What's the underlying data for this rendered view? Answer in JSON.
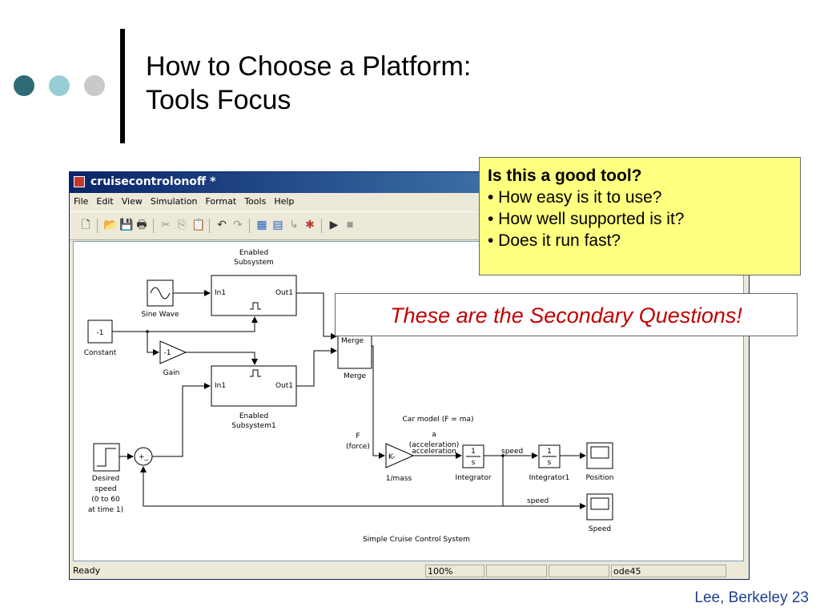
{
  "slide": {
    "title_line1": "How to Choose a Platform:",
    "title_line2": "Tools Focus",
    "footer": "Lee, Berkeley 23",
    "dot_colors": [
      "#2e6b75",
      "#99cdd5",
      "#c9c9c9"
    ]
  },
  "window": {
    "title": "cruisecontrolonoff *",
    "menu": [
      "File",
      "Edit",
      "View",
      "Simulation",
      "Format",
      "Tools",
      "Help"
    ],
    "toolbar_icons": [
      "new-icon",
      "open-icon",
      "save-icon",
      "print-icon",
      "cut-icon",
      "copy-icon",
      "paste-icon",
      "undo-icon",
      "redo-icon",
      "library-icon",
      "model-browser-icon",
      "signal-icon",
      "debug-icon",
      "run-icon",
      "stop-icon"
    ],
    "status": {
      "left": "Ready",
      "zoom": "100%",
      "solver": "ode45"
    }
  },
  "diagram": {
    "enabled_subsystem_label1": "Enabled",
    "enabled_subsystem_label2": "Subsystem",
    "enabled_subsystem1_label1": "Enabled",
    "enabled_subsystem1_label2": "Subsystem1",
    "in1": "In1",
    "out1": "Out1",
    "sine_wave": "Sine Wave",
    "constant_value": "-1",
    "constant": "Constant",
    "gain_value": "-1",
    "gain": "Gain",
    "merge_port": "Merge",
    "merge": "Merge",
    "desired_speed_1": "Desired",
    "desired_speed_2": "speed",
    "desired_speed_3": "(0 to 60",
    "desired_speed_4": "at time 1)",
    "sum_sign": "+_",
    "force_1": "F",
    "force_2": "(force)",
    "car_model": "Car model (F = ma)",
    "accel_1": "a",
    "accel_2": "(acceleration)",
    "accel_3": "acceleration",
    "gain_k": "K-",
    "mass": "1/mass",
    "integrator_num": "1",
    "integrator_den": "s",
    "integrator": "Integrator",
    "integrator1": "Integrator1",
    "speed_signal": "speed",
    "speed_signal2": "speed",
    "position": "Position",
    "speed": "Speed",
    "system_title": "Simple Cruise Control System"
  },
  "callout": {
    "heading": "Is this a good tool?",
    "bullets": [
      "•  How easy is it to use?",
      "•  How well supported is it?",
      "•  Does it run fast?"
    ]
  },
  "highlight": "These are the Secondary Questions!"
}
